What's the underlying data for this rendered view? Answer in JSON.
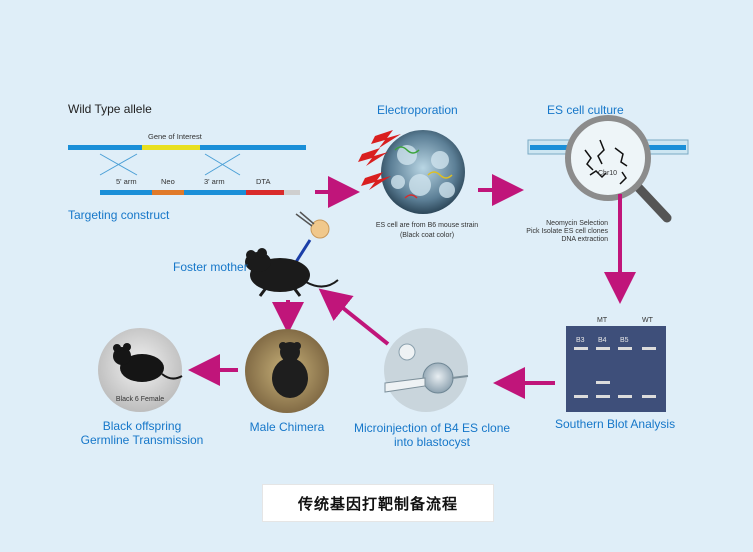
{
  "steps": {
    "wild_type": {
      "title": "Wild Type allele",
      "gene_label": "Gene of Interest"
    },
    "targeting": {
      "title": "Targeting construct",
      "arm5": "5' arm",
      "neo": "Neo",
      "arm3": "3' arm",
      "dta": "DTA"
    },
    "electroporation": {
      "title": "Electroporation",
      "note_line1": "ES cell are from B6 mouse strain",
      "note_line2": "(Black coat color)"
    },
    "es_culture": {
      "title": "ES cell culture",
      "chr_label": "Chr10",
      "note_line1": "Neomycin Selection",
      "note_line2": "Pick Isolate ES cell clones",
      "note_line3": "DNA extraction"
    },
    "southern": {
      "title": "Southern Blot Analysis",
      "mt": "MT",
      "wt": "WT",
      "lanes": [
        "B3",
        "B4",
        "B5"
      ]
    },
    "microinjection": {
      "title_line1": "Microinjection of B4 ES clone",
      "title_line2": "into blastocyst"
    },
    "foster": {
      "title": "Foster mother"
    },
    "chimera": {
      "title": "Male Chimera"
    },
    "offspring": {
      "title_line1": "Black offspring",
      "title_line2": "Germline Transmission",
      "inner_label": "Black 6 Female"
    }
  },
  "footer": {
    "title": "传统基因打靶制备流程"
  },
  "colors": {
    "background": "#dfeef8",
    "label_blue": "#1677c9",
    "arrow_magenta": "#c0157a",
    "gene_blue": "#1a8fd8",
    "gene_yellow": "#e8e020",
    "neo_orange": "#e07a2a",
    "dta_red": "#d92b2b",
    "blot_bg": "#3e4f7a"
  },
  "icons": [
    "lightning-icon",
    "mouse-icon",
    "magnifier-icon",
    "pipette-icon",
    "embryo-icon"
  ]
}
